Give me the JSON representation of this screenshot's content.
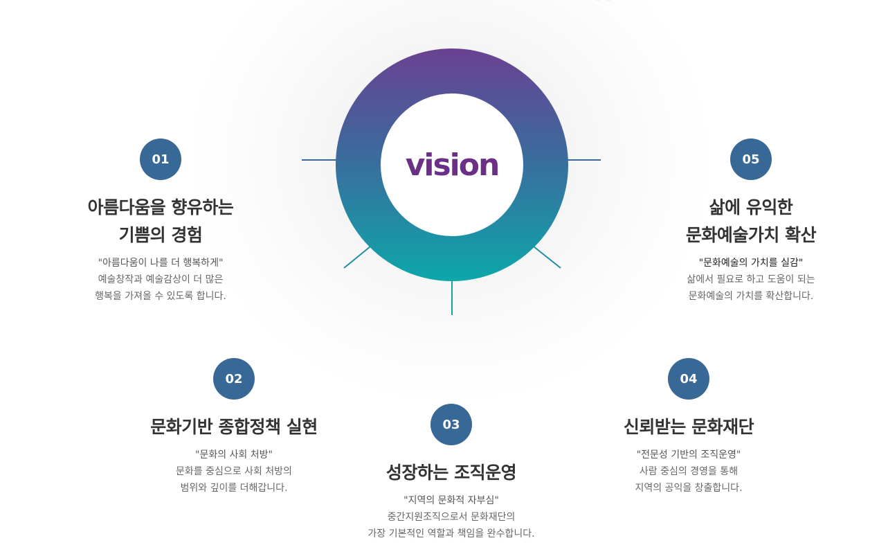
{
  "top_quote": "″ ″",
  "vision": "vision",
  "colors": {
    "accent_blue": "#386896",
    "ring_top": "#6a4191",
    "ring_bottom": "#0da7aa",
    "vision_text": "#6b2f86"
  },
  "items": [
    {
      "num": "01",
      "title_1": "아름다움을 향유하는",
      "title_2": "기쁨의 경험",
      "quote": "\"아름다움이 나를 더 행복하게\"",
      "desc_1": "예술창작과 예술감상이 더 많은",
      "desc_2": "행복을 가져올 수 있도록 합니다."
    },
    {
      "num": "02",
      "title_1": "문화기반 종합정책 실현",
      "quote": "\"문화의 사회 처방\"",
      "desc_1": "문화를 중심으로 사회 처방의",
      "desc_2": "범위와 깊이를 더해갑니다."
    },
    {
      "num": "03",
      "title_1": "성장하는 조직운영",
      "quote": "\"지역의 문화적 자부심\"",
      "desc_1": "중간지원조직으로서 문화재단의",
      "desc_2": "가장 기본적인 역할과 책임을 완수합니다."
    },
    {
      "num": "04",
      "title_1": "신뢰받는 문화재단",
      "quote": "\"전문성 기반의 조직운영\"",
      "desc_1": "사람 중심의 경영을 통해",
      "desc_2": "지역의 공익을 창출합니다."
    },
    {
      "num": "05",
      "title_1": "삶에 유익한",
      "title_2": "문화예술가치 확산",
      "quote": "\"문화예술의 가치를 실감\"",
      "desc_1": "삶에서 필요로 하고 도움이 되는",
      "desc_2": "문화예술의 가치를 확산합니다."
    }
  ]
}
